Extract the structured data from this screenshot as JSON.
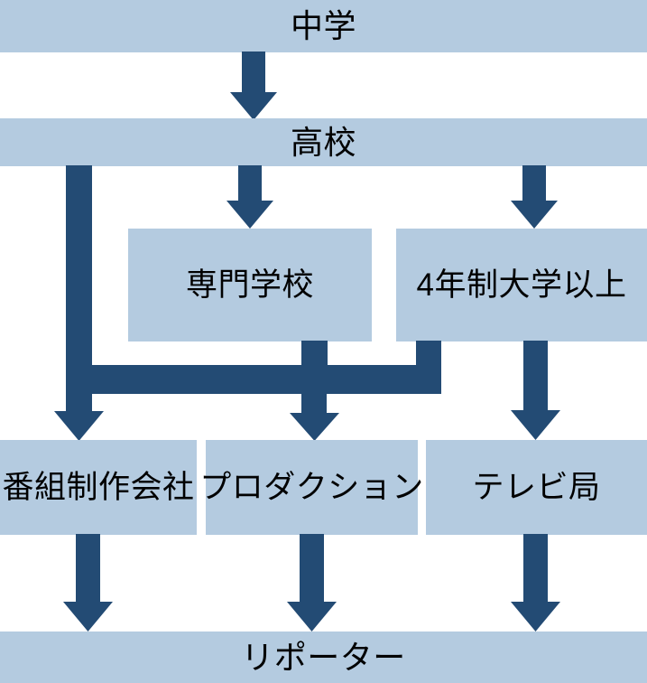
{
  "diagram": {
    "title_text": "",
    "colors": {
      "node_fill": "#b4cbe0",
      "arrow_fill": "#234b74",
      "background": "#ffffff",
      "text": "#000000"
    },
    "nodes": [
      {
        "id": "junior-high",
        "label": "中学"
      },
      {
        "id": "high-school",
        "label": "高校"
      },
      {
        "id": "vocational-school",
        "label": "専門学校"
      },
      {
        "id": "four-year-university",
        "label": "4年制大学以上"
      },
      {
        "id": "production-company",
        "label": "番組制作会社"
      },
      {
        "id": "production",
        "label": "プロダクション"
      },
      {
        "id": "tv-station",
        "label": "テレビ局"
      },
      {
        "id": "reporter",
        "label": "リポーター"
      }
    ],
    "edges": [
      {
        "from": "junior-high",
        "to": "high-school"
      },
      {
        "from": "high-school",
        "to": "vocational-school"
      },
      {
        "from": "high-school",
        "to": "four-year-university"
      },
      {
        "from": "high-school",
        "to": "production-company"
      },
      {
        "from": "vocational-school",
        "to": "production"
      },
      {
        "from": "four-year-university",
        "to": "production"
      },
      {
        "from": "four-year-university",
        "to": "tv-station"
      },
      {
        "from": "production-company",
        "to": "reporter"
      },
      {
        "from": "production",
        "to": "reporter"
      },
      {
        "from": "tv-station",
        "to": "reporter"
      }
    ]
  }
}
